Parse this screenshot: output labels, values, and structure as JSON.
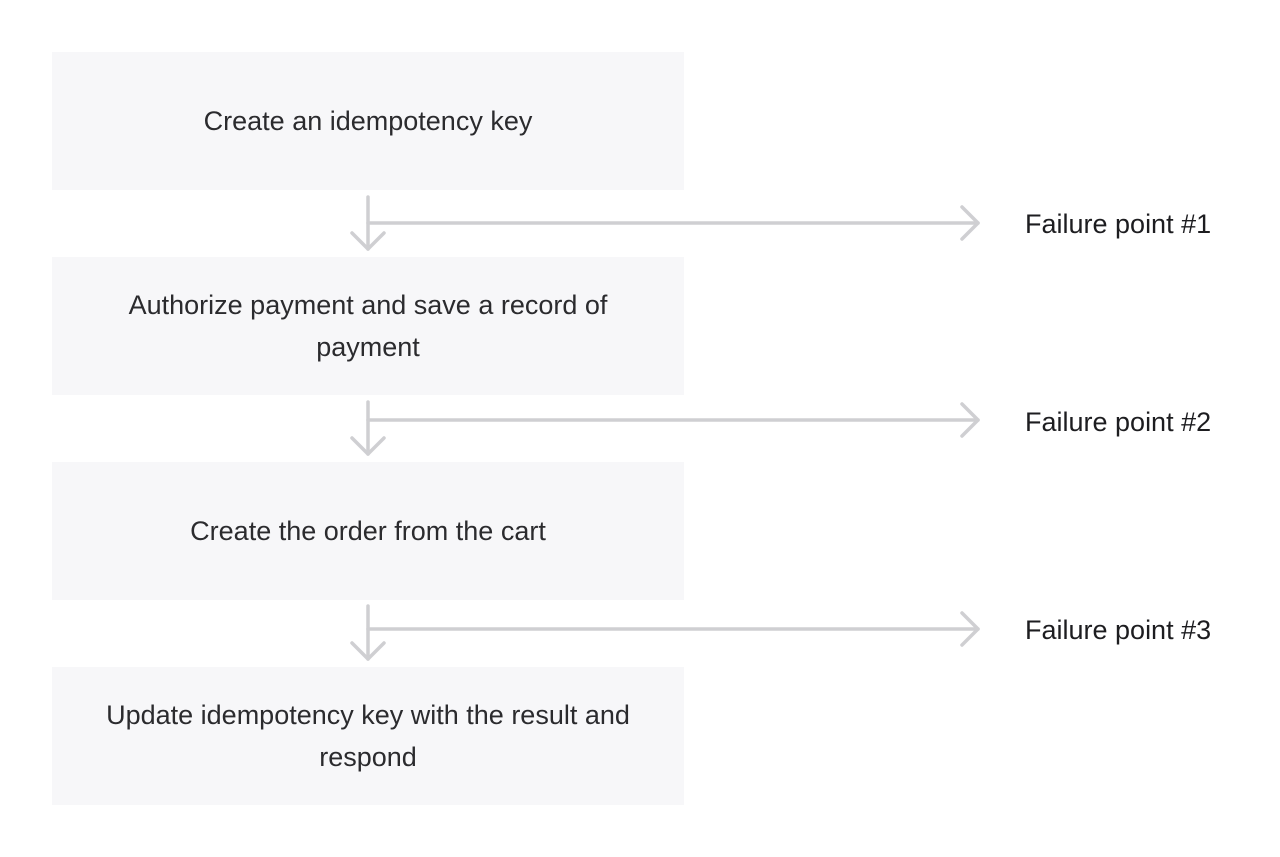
{
  "steps": [
    {
      "label": "Create an idempotency key"
    },
    {
      "label": "Authorize payment and save a record of payment"
    },
    {
      "label": "Create the order from the cart"
    },
    {
      "label": "Update idempotency key with the result and respond"
    }
  ],
  "failure_points": [
    {
      "label": "Failure point #1"
    },
    {
      "label": "Failure point #2"
    },
    {
      "label": "Failure point #3"
    }
  ],
  "colors": {
    "box_fill": "#f7f7f9",
    "arrow": "#cfcfd2",
    "text": "#2b2b2e"
  }
}
